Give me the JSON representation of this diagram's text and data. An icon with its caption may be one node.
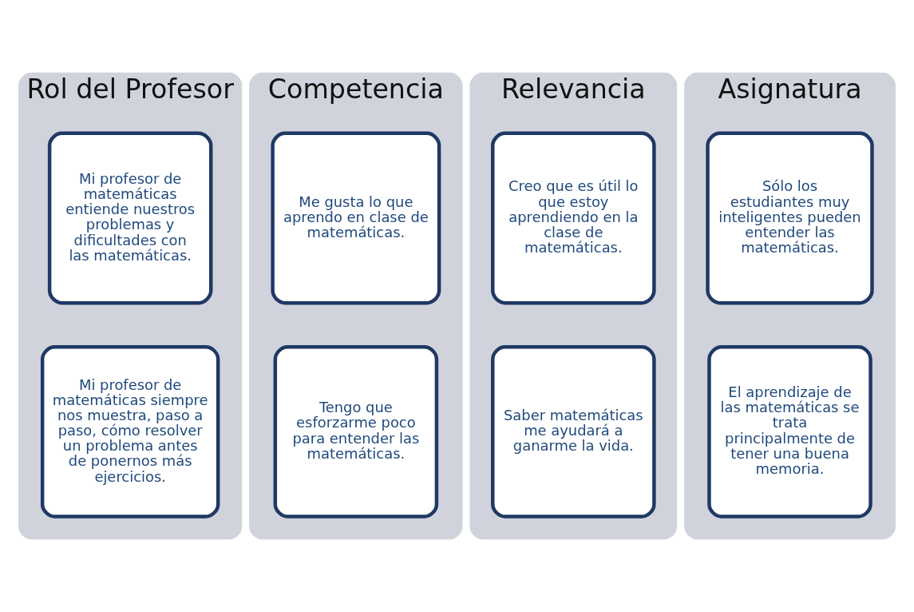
{
  "diagram": {
    "nodes": [
      {
        "text": [
          "Rol del Profesor"
        ]
      },
      {
        "text": [
          "Mi profesor de matemáticas entiende nuestros problemas y dificultades con las matemáticas."
        ],
        "in": 0
      },
      {
        "text": [
          "Mi profesor de matemáticas siempre nos muestra, paso a paso, cómo resolver un problema antes de ponernos más ejercicios."
        ],
        "in": 0
      },
      {
        "text": [
          "Competencia"
        ]
      },
      {
        "text": [
          "Me gusta lo que aprendo en clase de matemáticas."
        ],
        "in": 3
      },
      {
        "text": [
          "Tengo que esforzarme poco para entender las matemáticas."
        ],
        "in": 3
      },
      {
        "text": [
          "Relevancia"
        ]
      },
      {
        "text": [
          "Creo que es útil lo que estoy aprendiendo en la clase de matemáticas."
        ],
        "in": 6
      },
      {
        "text": [
          "Saber matemáticas me ayudará a ganarme la vida."
        ],
        "in": 6
      },
      {
        "text": [
          "Asignatura"
        ]
      },
      {
        "text": [
          "Sólo los estudiantes muy inteligentes pueden entender las matemáticas."
        ],
        "in": 9
      },
      {
        "text": [
          "El aprendizaje de las matemáticas se trata principalmente de tener una buena memoria."
        ],
        "in": 9
      }
    ]
  }
}
